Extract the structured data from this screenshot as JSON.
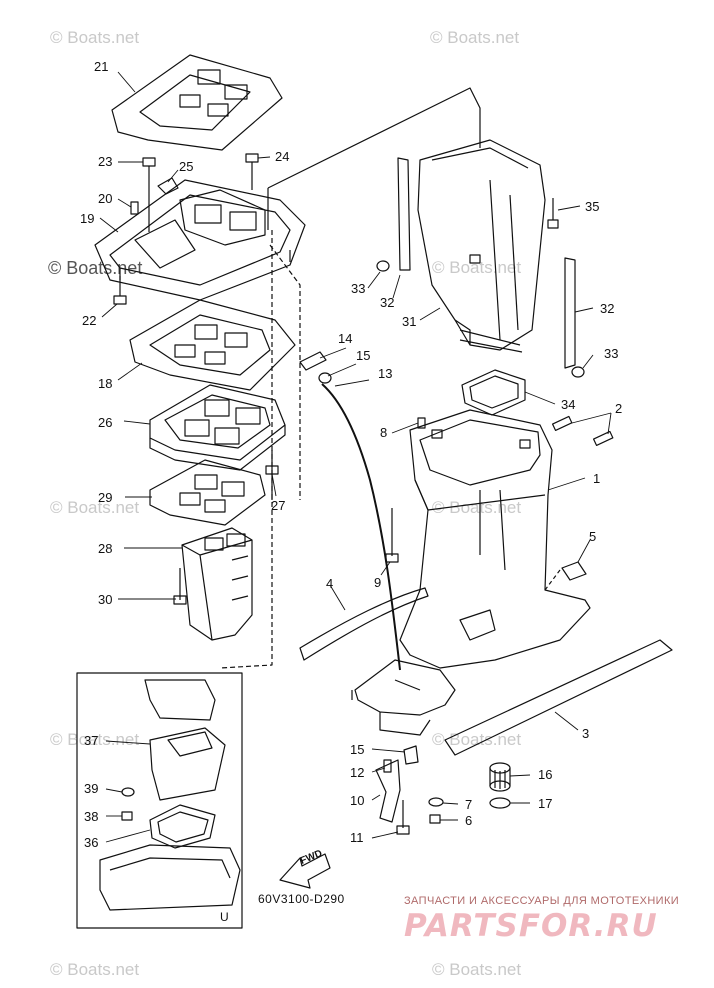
{
  "watermark": "© Boats.net",
  "diagram_code": "60V3100-D290",
  "inset_label": "U",
  "fwd_label": "FWD",
  "brand": {
    "tagline": "ЗАПЧАСТИ И АКСЕССУАРЫ ДЛЯ МОТОТЕХНИКИ",
    "name": "PARTSFOR.RU"
  },
  "callouts": {
    "n1": "1",
    "n2": "2",
    "n3": "3",
    "n4": "4",
    "n5": "5",
    "n6": "6",
    "n7": "7",
    "n8": "8",
    "n9": "9",
    "n10": "10",
    "n11": "11",
    "n12": "12",
    "n13": "13",
    "n14": "14",
    "n15a": "15",
    "n15b": "15",
    "n16": "16",
    "n17": "17",
    "n18": "18",
    "n19": "19",
    "n20": "20",
    "n21": "21",
    "n22": "22",
    "n23": "23",
    "n24": "24",
    "n25": "25",
    "n26": "26",
    "n27": "27",
    "n28": "28",
    "n29": "29",
    "n30": "30",
    "n31": "31",
    "n32a": "32",
    "n32b": "32",
    "n33a": "33",
    "n33b": "33",
    "n34": "34",
    "n35": "35",
    "n36": "36",
    "n37": "37",
    "n38": "38",
    "n39": "39"
  }
}
